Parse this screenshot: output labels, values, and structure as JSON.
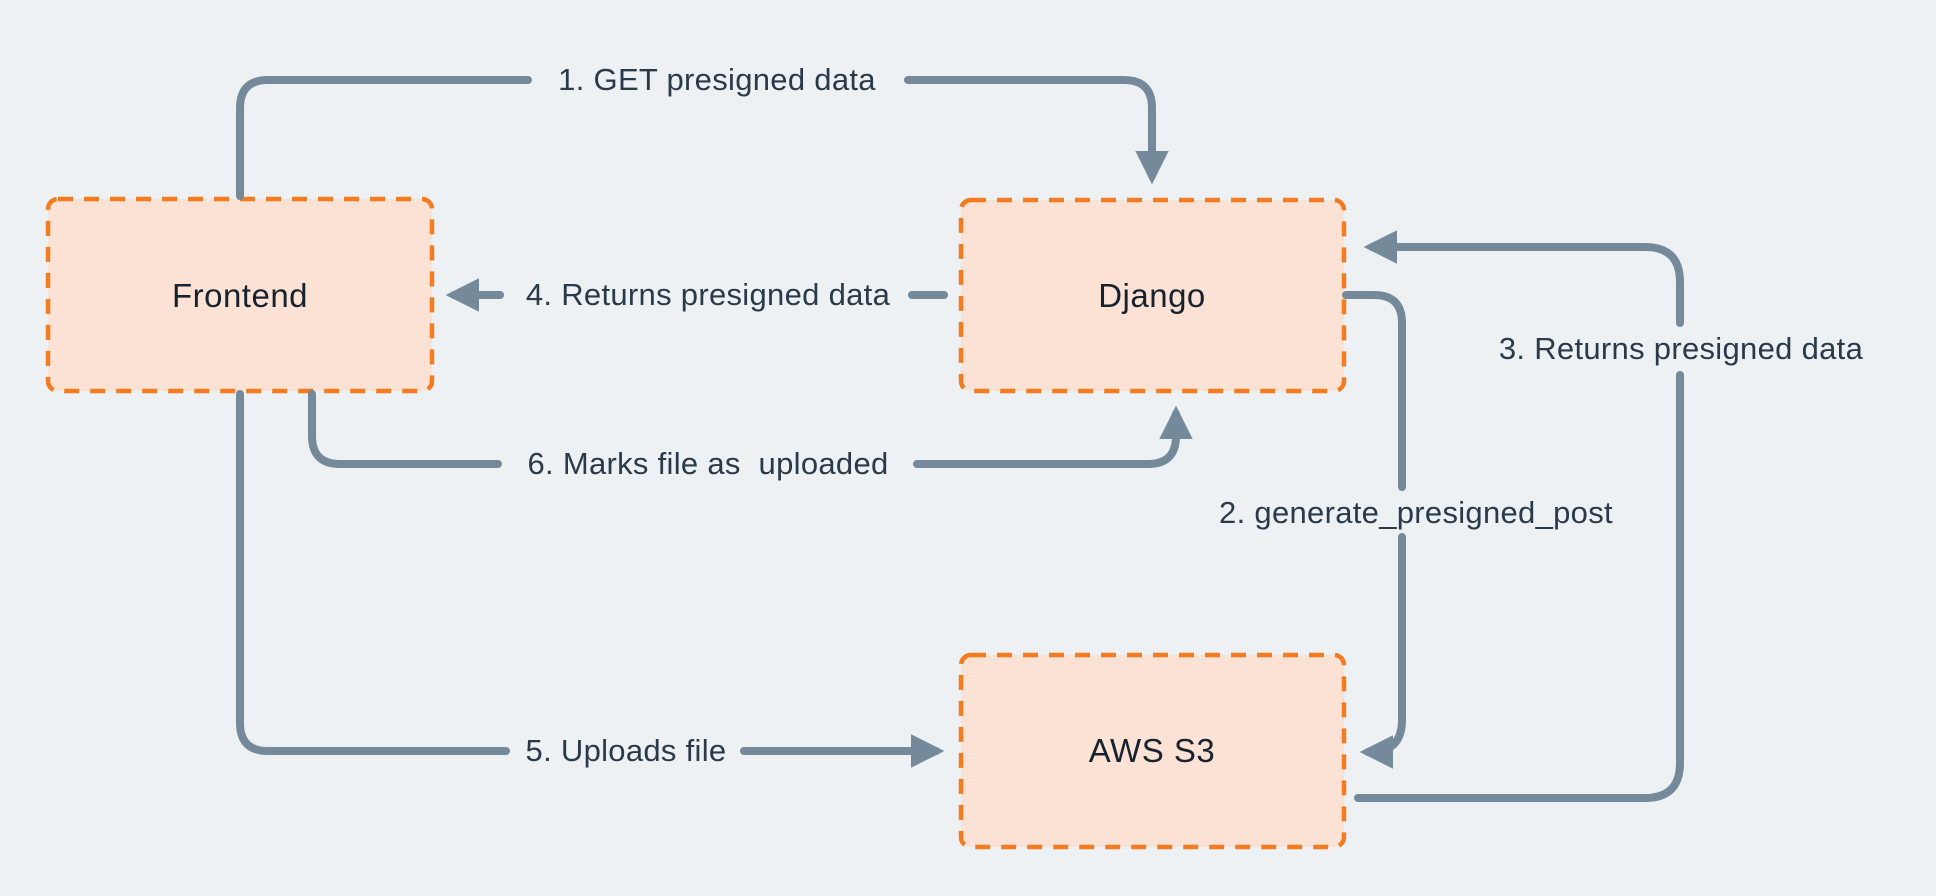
{
  "diagram": {
    "description": "Presigned upload flow between Frontend, Django and AWS S3",
    "colors": {
      "background": "#edf1f4",
      "node_fill": "#fce2d4",
      "node_border": "#f57b20",
      "arrow": "#748999",
      "node_text": "#16222e",
      "edge_text": "#2a3a49"
    },
    "nodes": [
      {
        "id": "frontend",
        "label": "Frontend"
      },
      {
        "id": "django",
        "label": "Django"
      },
      {
        "id": "aws-s3",
        "label": "AWS S3"
      }
    ],
    "edges": [
      {
        "step": "1",
        "label": "1. GET presigned data",
        "from": "Frontend",
        "to": "Django"
      },
      {
        "step": "2",
        "label": "2. generate_presigned_post",
        "from": "Django",
        "to": "AWS S3"
      },
      {
        "step": "3",
        "label": "3. Returns presigned data",
        "from": "AWS S3",
        "to": "Django"
      },
      {
        "step": "4",
        "label": "4. Returns presigned data",
        "from": "Django",
        "to": "Frontend"
      },
      {
        "step": "5",
        "label": "5. Uploads file",
        "from": "Frontend",
        "to": "AWS S3"
      },
      {
        "step": "6",
        "label": "6. Marks file as  uploaded",
        "from": "Frontend",
        "to": "Django"
      }
    ]
  }
}
